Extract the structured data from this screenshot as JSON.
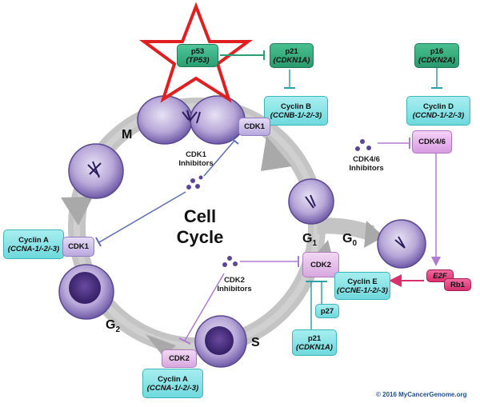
{
  "center": {
    "line1": "Cell",
    "line2": "Cycle"
  },
  "phases": {
    "m": "M",
    "g1": "G",
    "g1_sub": "1",
    "g0": "G",
    "g0_sub": "0",
    "g2": "G",
    "g2_sub": "2",
    "s": "S"
  },
  "nodes": {
    "p53": {
      "name": "p53",
      "gene": "TP53"
    },
    "p21_top": {
      "name": "p21",
      "gene": "CDKN1A"
    },
    "p16": {
      "name": "p16",
      "gene": "CDKN2A"
    },
    "cyclin_b": {
      "name": "Cyclin B",
      "gene": "CCNB-1/-2/-3"
    },
    "cyclin_d": {
      "name": "Cyclin D",
      "gene": "CCND-1/-2/-3"
    },
    "cdk46": {
      "name": "CDK4/6"
    },
    "cdk1_top": {
      "name": "CDK1"
    },
    "cdk1_left": {
      "name": "CDK1"
    },
    "cyclin_a_left": {
      "name": "Cyclin A",
      "gene": "CCNA-1/-2/-3"
    },
    "cdk2_right": {
      "name": "CDK2"
    },
    "cyclin_e": {
      "name": "Cyclin E",
      "gene": "CCNE-1/-2/-3"
    },
    "p27": {
      "name": "p27"
    },
    "p21_bottom": {
      "name": "p21",
      "gene": "CDKN1A"
    },
    "cdk2_bottom": {
      "name": "CDK2"
    },
    "cyclin_a_bottom": {
      "name": "Cyclin A",
      "gene": "CCNA-1/-2/-3"
    },
    "e2f": {
      "name": "E2F"
    },
    "rb1": {
      "name": "Rb1"
    }
  },
  "inhibitors": {
    "cdk1": {
      "line1": "CDK1",
      "line2": "Inhibitors"
    },
    "cdk46": {
      "line1": "CDK4/6",
      "line2": "Inhibitors"
    },
    "cdk2": {
      "line1": "CDK2",
      "line2": "Inhibitors"
    }
  },
  "colors": {
    "ring": "#b7b7b7",
    "teal": "#6fd9dc",
    "green": "#2a9f73",
    "star": "#e02020",
    "inhibit_blue": "#5c6fb0",
    "inhibit_purple": "#b07ad0",
    "activate_pink": "#d9306e",
    "teal_line": "#2aa3a8"
  },
  "copyright": "© 2016 MyCancerGenome.org"
}
